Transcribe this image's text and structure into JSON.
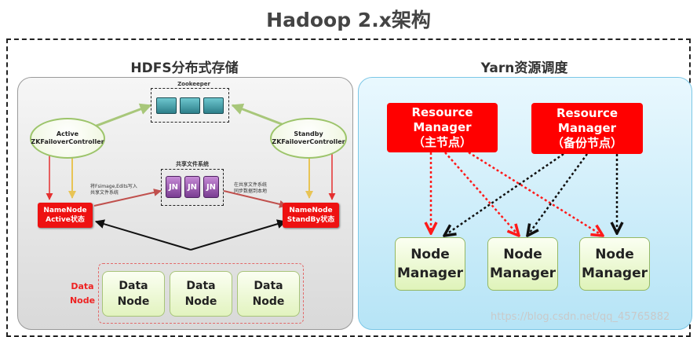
{
  "title": "Hadoop 2.x架构",
  "hdfs": {
    "panel_title": "HDFS分布式存储",
    "zookeeper_label": "Zookeeper",
    "active_zkfc": {
      "line1": "Active",
      "line2": "ZKFailoverController"
    },
    "standby_zkfc": {
      "line1": "Standby",
      "line2": "ZKFailoverController"
    },
    "shared_fs_label": "共享文件系统",
    "journal_node_label": "JN",
    "write_note": {
      "line1": "将Fsimage,Edits写入",
      "line2": "共享文件系统"
    },
    "sync_note": {
      "line1": "在共享文件系统",
      "line2": "同步数据到本地"
    },
    "active_namenode": {
      "line1": "NameNode",
      "line2": "Active状态"
    },
    "standby_namenode": {
      "line1": "NameNode",
      "line2": "StandBy状态"
    },
    "data_node_group_label": {
      "line1": "Data",
      "line2": "Node"
    },
    "data_nodes": [
      {
        "line1": "Data",
        "line2": "Node"
      },
      {
        "line1": "Data",
        "line2": "Node"
      },
      {
        "line1": "Data",
        "line2": "Node"
      }
    ]
  },
  "yarn": {
    "panel_title": "Yarn资源调度",
    "rm_primary": {
      "line1": "Resource",
      "line2": "Manager",
      "line3": "（主节点）"
    },
    "rm_backup": {
      "line1": "Resource",
      "line2": "Manager",
      "line3": "（备份节点）"
    },
    "node_managers": [
      {
        "line1": "Node",
        "line2": "Manager"
      },
      {
        "line1": "Node",
        "line2": "Manager"
      },
      {
        "line1": "Node",
        "line2": "Manager"
      }
    ]
  },
  "watermark": "https://blog.csdn.net/qq_45765882",
  "colors": {
    "red": "#ff0000",
    "green_arrow": "#a8c77a",
    "yellow_arrow": "#e8c455",
    "black_arrow": "#111111"
  }
}
